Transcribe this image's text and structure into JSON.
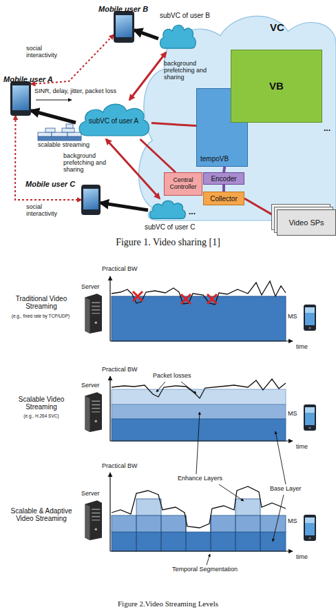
{
  "diagram": {
    "caption": "Figure 1. Video sharing [1]",
    "nodes": [
      {
        "text": [
          "Mobile user B"
        ]
      },
      {
        "text": [
          "subVC of user B"
        ]
      },
      {
        "text": [
          "VC"
        ]
      },
      {
        "text": [
          "VB"
        ],
        "in": 2
      },
      {
        "text": [
          "tempoVB"
        ],
        "in": 2
      },
      {
        "text": [
          "Mobile user A"
        ]
      },
      {
        "text": [
          "subVC of user A"
        ]
      },
      {
        "text": [
          "Encoder"
        ],
        "in": 2
      },
      {
        "text": [
          "Central Controller"
        ],
        "in": 2
      },
      {
        "text": [
          "Collector"
        ],
        "in": 2
      },
      {
        "text": [
          "Mobile user C"
        ]
      },
      {
        "text": [
          "subVC of user C"
        ]
      },
      {
        "text": [
          "Video SPs"
        ]
      }
    ],
    "edges": [
      {
        "from": 1,
        "to": 0,
        "arrow": "to"
      },
      {
        "from": 5,
        "to": 0,
        "arrow": "both",
        "label": "social interactivity"
      },
      {
        "from": 6,
        "to": 5,
        "arrow": "to"
      },
      {
        "from": 6,
        "to": 1,
        "arrow": "both",
        "label": "background prefetching and sharing"
      },
      {
        "from": 6,
        "to": 4,
        "arrow": "none"
      },
      {
        "from": 6,
        "to": 8,
        "arrow": "none"
      },
      {
        "from": 6,
        "to": 11,
        "arrow": "both",
        "label": "background prefetching and sharing"
      },
      {
        "from": 5,
        "to": 10,
        "arrow": "both",
        "label": "social interactivity"
      },
      {
        "from": 11,
        "to": 10,
        "arrow": "to"
      },
      {
        "from": 4,
        "to": 7,
        "arrow": "none"
      },
      {
        "from": 7,
        "to": 9,
        "arrow": "none"
      },
      {
        "from": 9,
        "to": 12,
        "arrow": "none"
      }
    ],
    "labels": [
      "SINR, delay, jitter, packet loss",
      "scalable streaming",
      "...",
      "...",
      "Practical BW",
      "Server",
      "Traditional Video Streaming",
      "(e.g., fixed rate by TCP/UDP)",
      "MS",
      "time",
      "Practical BW",
      "Packet losses",
      "Server",
      "Scalable Video Streaming",
      "(e.g., H.264 SVC)",
      "MS",
      "time",
      "Practical BW",
      "Enhance Layers",
      "Server",
      "Scalable & Adaptive Video Streaming",
      "Base Layer",
      "MS",
      "time",
      "Temporal Segmentation",
      "Figure 2.Video Streaming Levels"
    ]
  }
}
